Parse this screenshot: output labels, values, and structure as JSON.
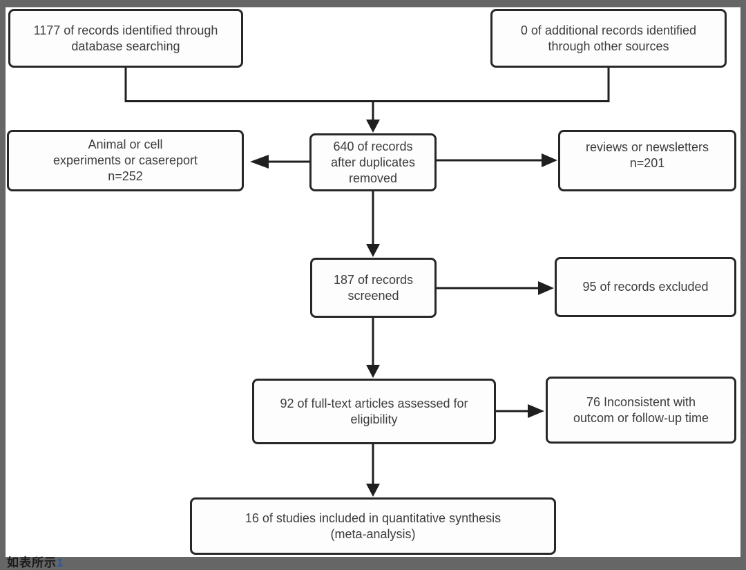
{
  "figure": {
    "kind": "prisma-flow-diagram",
    "colors": {
      "frame_gray": "#666666",
      "canvas_white": "#ffffff",
      "box_border": "#272727",
      "connector_line": "#1f1f1f",
      "text": "#3c3c3c",
      "footer_ref_blue": "#2b5aa0"
    }
  },
  "diagram": {
    "nodes": {
      "identified": {
        "text": "1177 of records identified through\ndatabase searching"
      },
      "other_sources": {
        "text": "0 of additional records identified\nthrough other sources"
      },
      "animal_excluded": {
        "text": "Animal or cell\nexperiments or casereport\nn=252"
      },
      "duplicates_removed": {
        "text": "640 of records\nafter duplicates\nremoved"
      },
      "reviews_excluded": {
        "text": "reviews or newsletters\nn=201"
      },
      "screened": {
        "text": "187 of records\nscreened"
      },
      "records_excluded": {
        "text": "95 of records excluded"
      },
      "fulltext_assessed": {
        "text": "92 of full-text articles assessed for\neligibility"
      },
      "inconsistent_excluded": {
        "text": "76 Inconsistent with\noutcom or follow-up time"
      },
      "included": {
        "text": "16 of studies included in quantitative synthesis\n(meta-analysis)"
      }
    }
  },
  "footer": {
    "text": "如表所示",
    "ref": "1"
  }
}
